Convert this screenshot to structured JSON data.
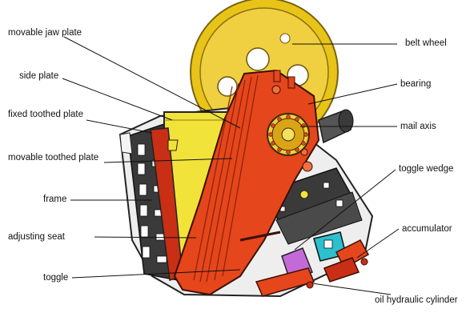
{
  "labels": {
    "movable_jaw_plate": "movable jaw plate",
    "side_plate": "side plate",
    "fixed_toothed_plate": "fixed toothed plate",
    "movable_toothed_plate": "movable toothed plate",
    "frame": "frame",
    "adjusting_seat": "adjusting seat",
    "toggle": "toggle",
    "belt_wheel": "belt wheel",
    "bearing": "bearing",
    "mail_axis": "mail axis",
    "toggle_wedge": "toggle wedge",
    "accumulator": "accumulator",
    "oil_hydraulic_cylinder": "oil hydraulic cylinder"
  },
  "colors": {
    "wheel": "#e8c419",
    "jaw": "#e5461c",
    "side_plate": "#f2e33b",
    "frame_dark": "#3a3a3a",
    "frame_light": "#f2f2f2",
    "accumulator": "#2cc0cf",
    "wedge": "#c46ad8"
  }
}
